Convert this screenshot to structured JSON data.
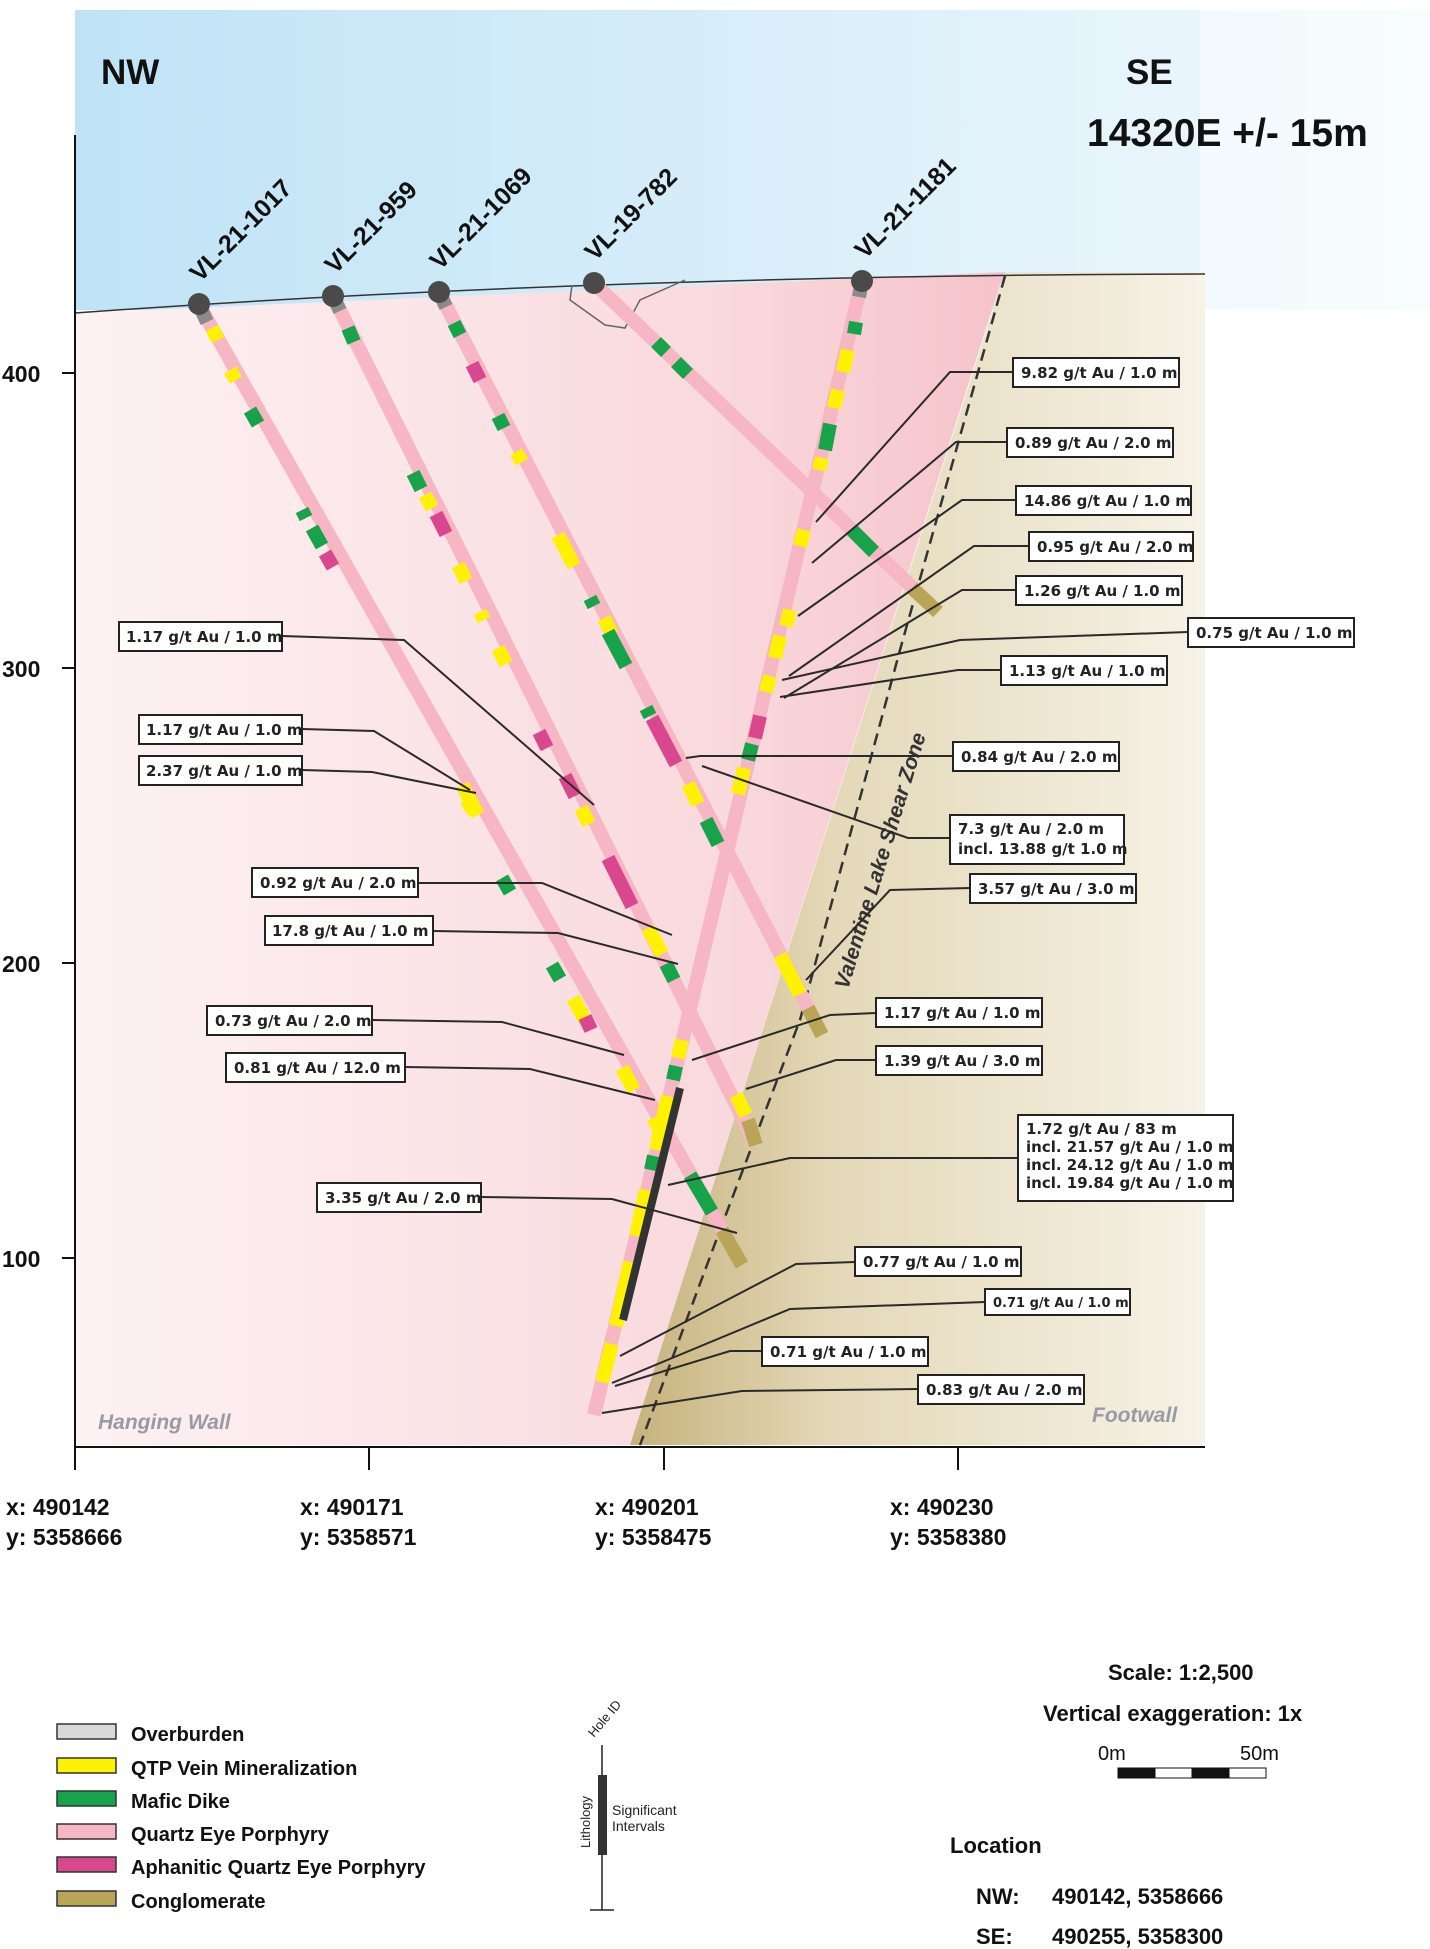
{
  "header": {
    "left_direction": "NW",
    "right_direction": "SE",
    "section_title": "14320E +/- 15m"
  },
  "colors": {
    "sky": "#cce8f7",
    "hanging_wall": "#f8d7dc",
    "footwall": "#e8dcc0",
    "overburden": "#d9d9d9",
    "qtp_vein": "#fff200",
    "mafic_dike": "#17a34a",
    "quartz_eye_porphyry": "#f7b6c3",
    "aphanitic_qep": "#d9478f",
    "conglomerate": "#b9a458",
    "collar": "#4a4a4a"
  },
  "drill_holes": [
    {
      "id": "VL-21-1017"
    },
    {
      "id": "VL-21-959"
    },
    {
      "id": "VL-21-1069"
    },
    {
      "id": "VL-19-782"
    },
    {
      "id": "VL-21-1181"
    }
  ],
  "intercepts": [
    {
      "text": "9.82 g/t Au / 1.0 m"
    },
    {
      "text": "0.89 g/t Au / 2.0 m"
    },
    {
      "text": "14.86 g/t Au / 1.0 m"
    },
    {
      "text": "0.95 g/t Au / 2.0 m"
    },
    {
      "text": "1.26 g/t Au / 1.0 m"
    },
    {
      "text": "0.75 g/t Au / 1.0 m"
    },
    {
      "text": "1.13 g/t Au / 1.0 m"
    },
    {
      "text": "0.84 g/t Au / 2.0 m"
    },
    {
      "line1": "7.3 g/t Au / 2.0 m",
      "line2": "incl. 13.88 g/t 1.0 m"
    },
    {
      "text": "3.57 g/t Au / 3.0 m"
    },
    {
      "text": "1.17 g/t Au / 1.0 m"
    },
    {
      "text": "1.39 g/t Au / 3.0 m"
    },
    {
      "line1": "1.72 g/t Au / 83 m",
      "line2": "incl. 21.57 g/t Au / 1.0 m",
      "line3": "incl. 24.12 g/t Au / 1.0 m",
      "line4": "incl. 19.84 g/t Au / 1.0 m"
    },
    {
      "text": "0.77 g/t Au / 1.0 m"
    },
    {
      "text": "0.71 g/t Au / 1.0 m"
    },
    {
      "text": "0.71 g/t Au / 1.0 m"
    },
    {
      "text": "0.83 g/t Au / 2.0 m"
    },
    {
      "text": "1.17 g/t Au / 1.0 m"
    },
    {
      "text": "1.17 g/t Au / 1.0 m"
    },
    {
      "text": "2.37 g/t Au / 1.0 m"
    },
    {
      "text": "0.92 g/t Au / 2.0 m"
    },
    {
      "text": "17.8 g/t Au / 1.0 m"
    },
    {
      "text": "0.73 g/t Au / 2.0 m"
    },
    {
      "text": "0.81 g/t Au / 12.0 m"
    },
    {
      "text": "3.35 g/t Au / 2.0 m"
    }
  ],
  "elevation_axis": {
    "ticks": [
      "400",
      "300",
      "200",
      "100"
    ]
  },
  "coordinates": [
    {
      "x": "x: 490142",
      "y": "y: 5358666"
    },
    {
      "x": "x: 490171",
      "y": "y: 5358571"
    },
    {
      "x": "x: 490201",
      "y": "y: 5358475"
    },
    {
      "x": "x: 490230",
      "y": "y: 5358380"
    }
  ],
  "zones": {
    "hanging_wall": "Hanging Wall",
    "footwall": "Footwall",
    "shear_zone": "Valentine Lake Shear Zone"
  },
  "legend": [
    {
      "label": "Overburden"
    },
    {
      "label": "QTP Vein Mineralization"
    },
    {
      "label": "Mafic Dike"
    },
    {
      "label": "Quartz Eye Porphyry"
    },
    {
      "label": "Aphanitic Quartz Eye Porphyry"
    },
    {
      "label": "Conglomerate"
    }
  ],
  "key_diagram": {
    "hole_id": "Hole ID",
    "lithology": "Lithology",
    "sig_line1": "Significant",
    "sig_line2": "Intervals"
  },
  "scale": {
    "scale_text": "Scale: 1:2,500",
    "exaggeration": "Vertical exaggeration: 1x",
    "bar_start": "0m",
    "bar_end": "50m"
  },
  "location": {
    "title": "Location",
    "nw_label": "NW:",
    "nw_value": "490142, 5358666",
    "se_label": "SE:",
    "se_value": "490255, 5358300"
  }
}
